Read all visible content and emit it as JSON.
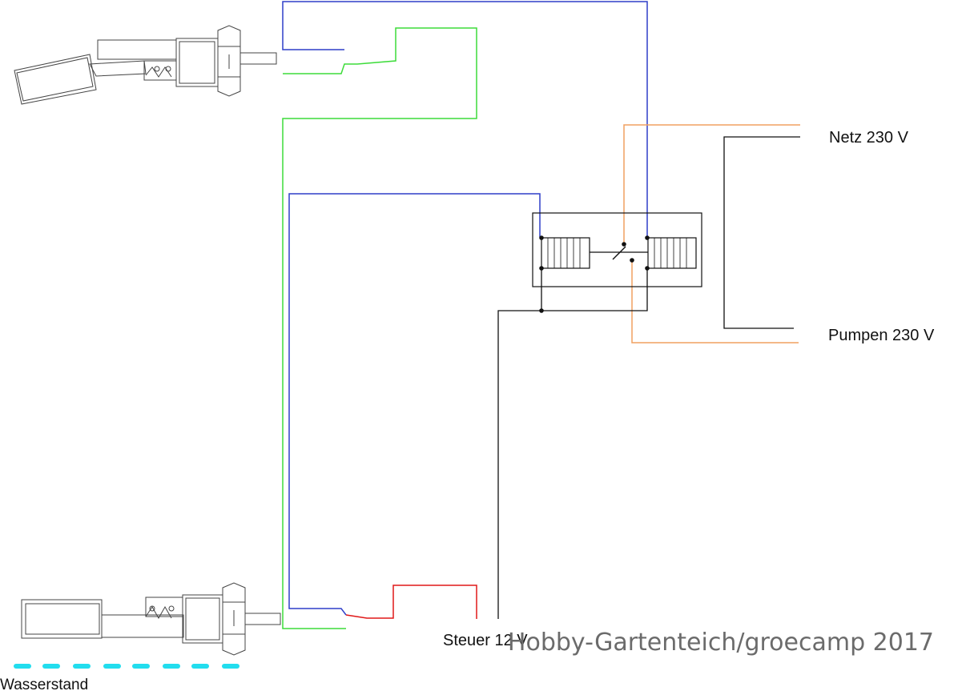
{
  "labels": {
    "mains": "Netz 230 V",
    "pump": "Pumpen 230 V",
    "control": "Steuer 12 V",
    "water_level": "Wasserstand"
  },
  "watermark": "Hobby-Gartenteich/groecamp 2017",
  "colors": {
    "wire_blue": "#2f3fc9",
    "wire_green": "#3ddc3a",
    "wire_orange": "#f0a060",
    "wire_red": "#e01818",
    "wire_black": "#111111",
    "water": "#22ddee",
    "sensor_outline": "#444444",
    "watermark": "#6b6b6b"
  },
  "icons": {
    "float_switch_top": "float-switch-icon",
    "float_switch_bottom": "float-switch-icon",
    "relay": "relay-icon"
  }
}
